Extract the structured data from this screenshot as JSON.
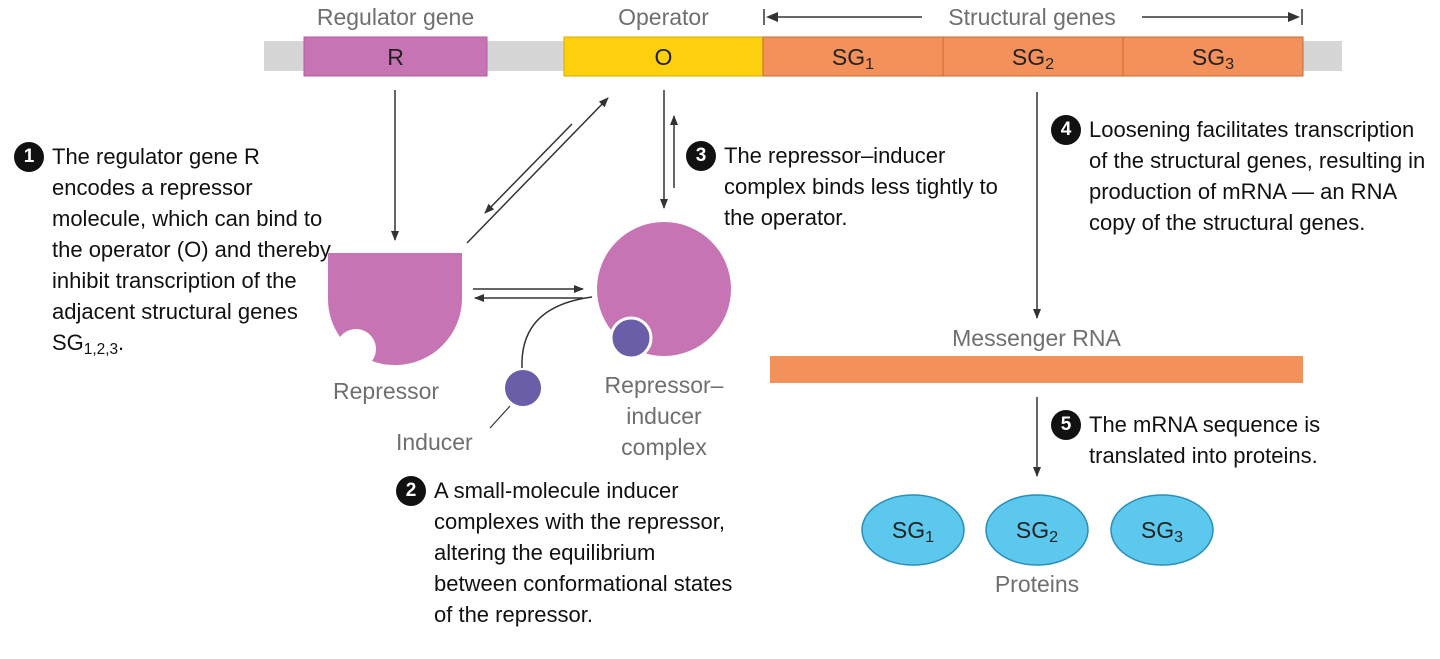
{
  "gene_labels": {
    "regulator_gene": "Regulator gene",
    "operator": "Operator",
    "structural_genes": "Structural genes"
  },
  "dna_segments": {
    "r": "R",
    "o": "O",
    "sg1": "SG",
    "sg1_sub": "1",
    "sg2": "SG",
    "sg2_sub": "2",
    "sg3": "SG",
    "sg3_sub": "3"
  },
  "molecule_labels": {
    "repressor": "Repressor",
    "inducer": "Inducer",
    "complex_line1": "Repressor–",
    "complex_line2": "inducer",
    "complex_line3": "complex",
    "messenger_rna": "Messenger RNA",
    "proteins": "Proteins"
  },
  "proteins": [
    {
      "label": "SG",
      "sub": "1"
    },
    {
      "label": "SG",
      "sub": "2"
    },
    {
      "label": "SG",
      "sub": "3"
    }
  ],
  "steps": [
    {
      "num": "1",
      "text": "The regulator gene R encodes a repressor molecule, which can bind to the operator (O) and thereby inhibit transcription of the adjacent structural genes SG",
      "sub": "1,2,3",
      "end": "."
    },
    {
      "num": "2",
      "text": "A small-molecule inducer complexes with the repressor, altering the equilibrium between conformational states of the repressor."
    },
    {
      "num": "3",
      "text": "The repressor–inducer complex binds less tightly to the operator."
    },
    {
      "num": "4",
      "text": "Loosening facilitates transcription of the structural genes, resulting in production of mRNA — an RNA copy of the structural genes."
    },
    {
      "num": "5",
      "text": "The mRNA sequence is translated into proteins."
    }
  ],
  "colors": {
    "dna_backbone": "#d6d6d6",
    "regulator": "#c674b3",
    "operator": "#fdd00e",
    "structural": "#f4915a",
    "inducer": "#6a5ea8",
    "protein": "#5cc8ee",
    "label_gray": "#6f6f6f"
  }
}
